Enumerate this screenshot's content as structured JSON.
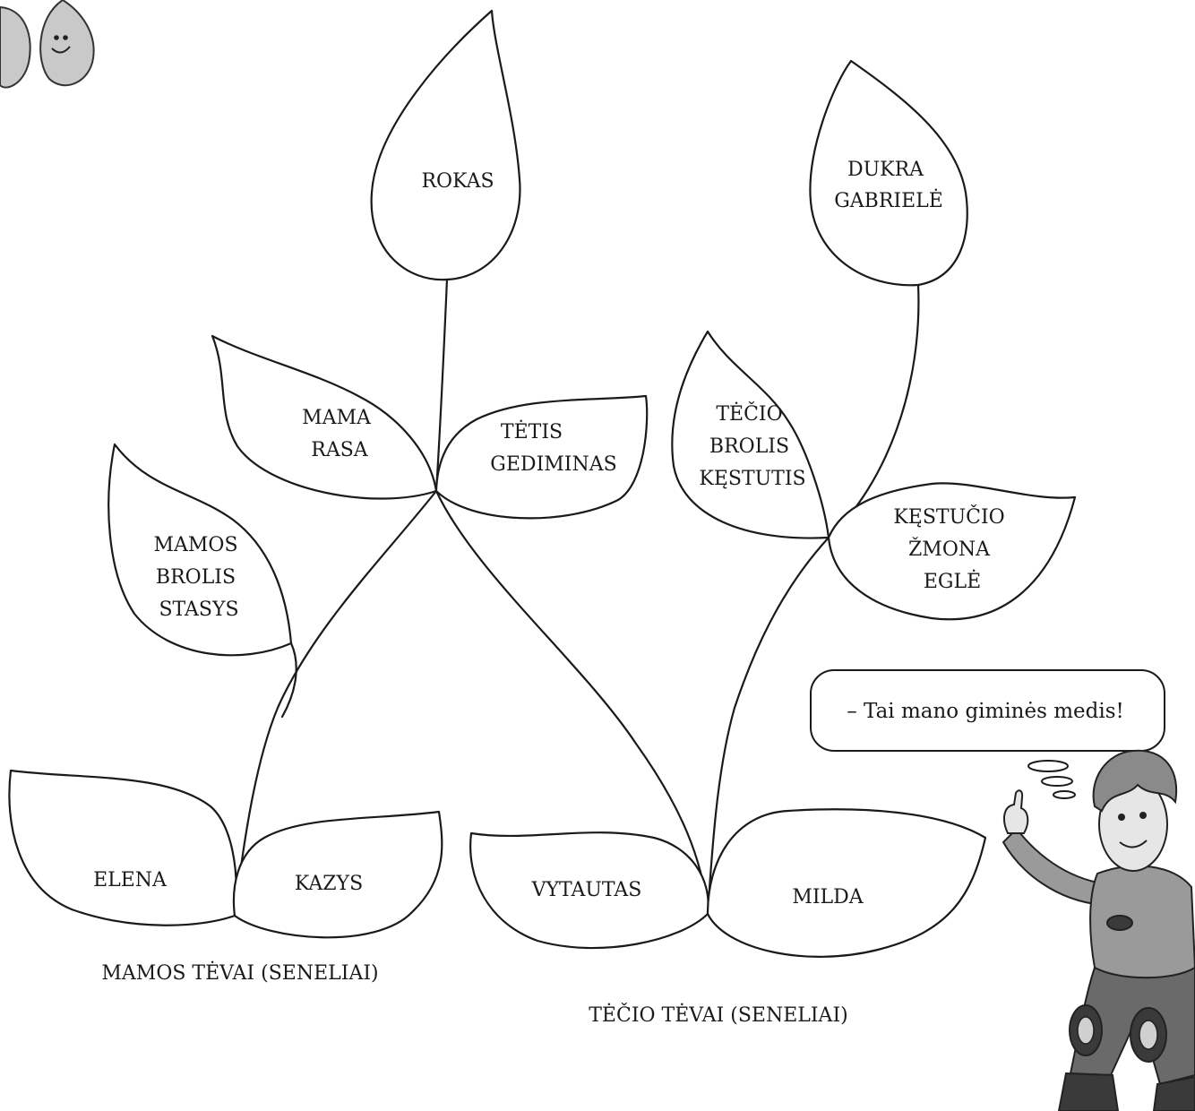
{
  "leaves": {
    "rokas": [
      "ROKAS"
    ],
    "dukra": [
      "DUKRA",
      "GABRIELĖ"
    ],
    "mama": [
      "MAMA",
      "RASA"
    ],
    "tetis": [
      "TĖTIS",
      "GEDIMINAS"
    ],
    "tecio_brolis": [
      "TĖČIO",
      "BROLIS",
      "KĘSTUTIS"
    ],
    "kestucio_zmona": [
      "KĘSTUČIO",
      "ŽMONA",
      "EGLĖ"
    ],
    "mamos_brolis": [
      "MAMOS",
      "BROLIS",
      "STASYS"
    ],
    "elena": [
      "ELENA"
    ],
    "kazys": [
      "KAZYS"
    ],
    "vytautas": [
      "VYTAUTAS"
    ],
    "milda": [
      "MILDA"
    ]
  },
  "captions": {
    "mamos_tevai": "MAMOS TĖVAI (SENELIAI)",
    "tecio_tevai": "TĖČIO TĖVAI (SENELIAI)"
  },
  "speech_bubble": {
    "text": "– Tai mano giminės medis!"
  },
  "icons": {
    "mascots": "drop-mascot-icon",
    "boy": "pointing-boy-icon"
  }
}
